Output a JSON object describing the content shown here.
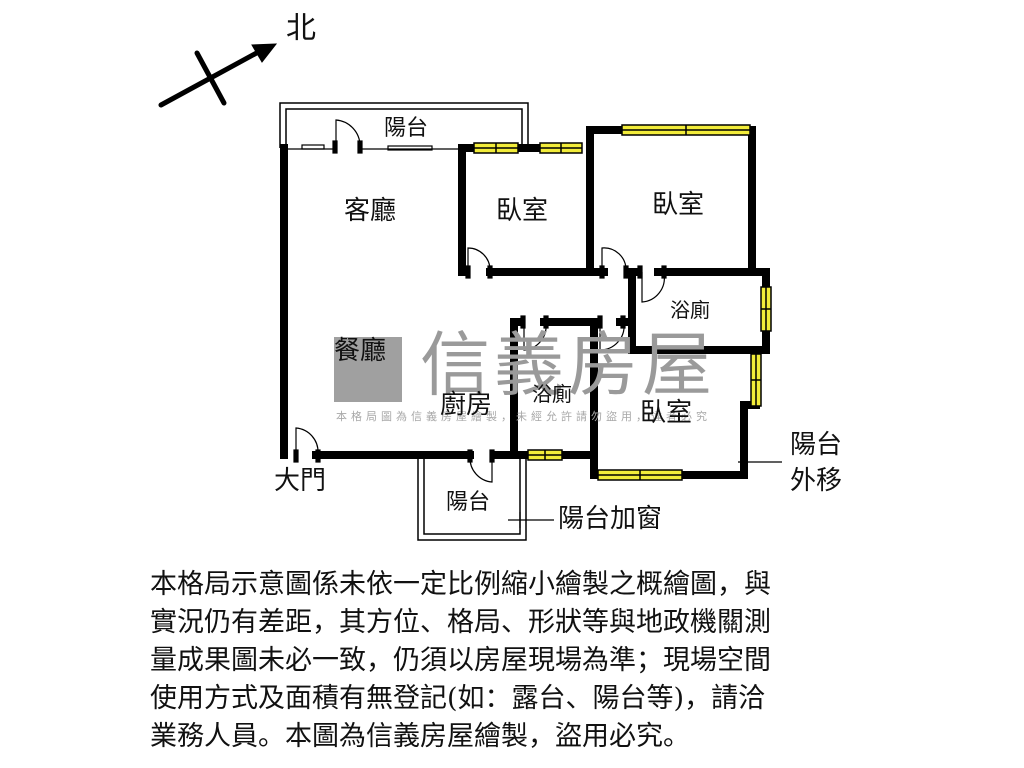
{
  "compass": {
    "north_label": "北",
    "icon": "north-arrow-icon"
  },
  "rooms": {
    "balcony_top": "陽台",
    "living_room": "客廳",
    "bedroom_1": "臥室",
    "bedroom_2": "臥室",
    "bathroom_1": "浴廁",
    "dining_room": "餐廳",
    "kitchen": "廚房",
    "bathroom_2": "浴廁",
    "bedroom_3": "臥室",
    "main_door": "大門",
    "balcony_bottom": "陽台"
  },
  "annotations": {
    "balcony_moved_out_line1": "陽台",
    "balcony_moved_out_line2": "外移",
    "balcony_window_added": "陽台加窗"
  },
  "watermark": {
    "brand": "信義房屋",
    "notice": "本格局圖為信義房屋繪製，未經允許請勿盜用，違者必究"
  },
  "colors": {
    "wall": "#000000",
    "window_fill": "#f2ec3a",
    "watermark": "#9a9a9a"
  },
  "disclaimer": {
    "lines": [
      "本格局示意圖係未依一定比例縮小繪製之概繪圖，與",
      "實況仍有差距，其方位、格局、形狀等與地政機關測",
      "量成果圖未必一致，仍須以房屋現場為準；現場空間",
      "使用方式及面積有無登記(如：露台、陽台等)，請洽",
      "業務人員。本圖為信義房屋繪製，盜用必究。"
    ]
  }
}
